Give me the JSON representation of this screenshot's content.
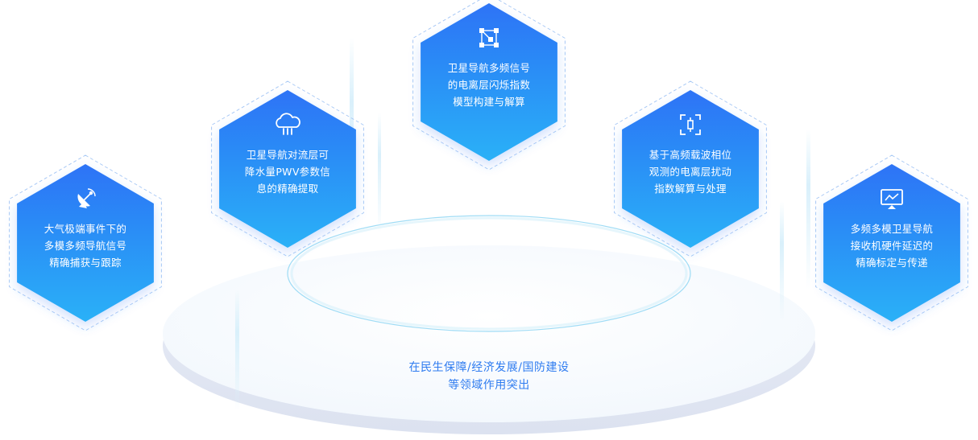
{
  "colors": {
    "hex_top": "#2d73f6",
    "hex_bottom": "#2ab1f7",
    "outline": "#a8c9f5",
    "platform": "#dfe4f2",
    "platform_top": "#f7fbff",
    "ring": "#8ed6f3",
    "caption": "#2f7cf0"
  },
  "modules": [
    {
      "id": "m1",
      "icon": "satellite-dish-icon",
      "lines": [
        "大气极端事件下的",
        "多模多频导航信号",
        "精确捕获与跟踪"
      ]
    },
    {
      "id": "m2",
      "icon": "cloud-rain-icon",
      "lines": [
        "卫星导航对流层可",
        "降水量PWV参数信",
        "息的精确提取"
      ]
    },
    {
      "id": "m3",
      "icon": "network-nodes-icon",
      "lines": [
        "卫星导航多频信号",
        "的电离层闪烁指数",
        "模型构建与解算"
      ]
    },
    {
      "id": "m4",
      "icon": "scan-target-icon",
      "lines": [
        "基于高频载波相位",
        "观测的电离层扰动",
        "指数解算与处理"
      ]
    },
    {
      "id": "m5",
      "icon": "monitor-chart-icon",
      "lines": [
        "多频多模卫星导航",
        "接收机硬件延迟的",
        "精确标定与传递"
      ]
    }
  ],
  "caption": {
    "line1": "在民生保障/经济发展/国防建设",
    "line2": "等领域作用突出"
  }
}
